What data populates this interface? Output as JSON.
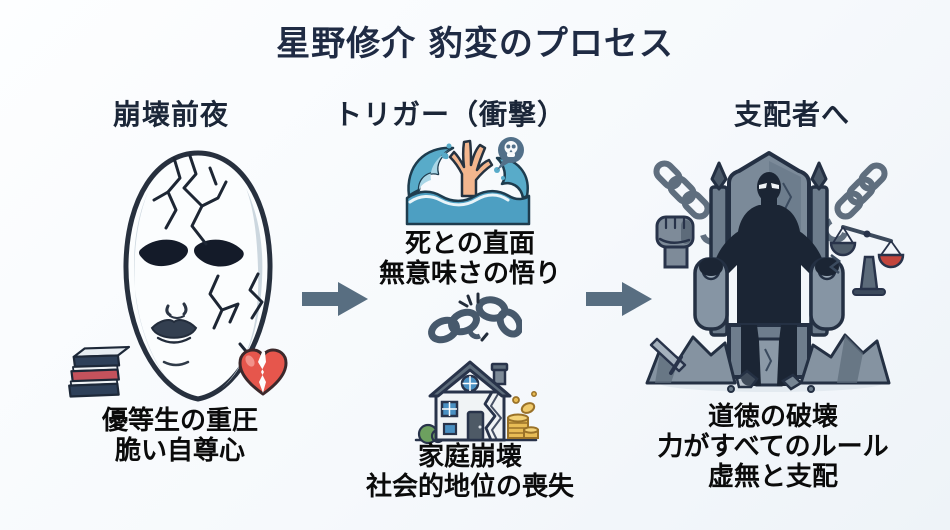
{
  "title": "星野修介 豹変のプロセス",
  "columns": {
    "left": {
      "header": "崩壊前夜",
      "caption": {
        "line1": "優等生の重圧",
        "line2": "脆い自尊心"
      },
      "icons": [
        "cracked-mask",
        "book-stack",
        "broken-heart"
      ]
    },
    "middle": {
      "header": "トリガー（衝撃）",
      "caption_top": {
        "line1": "死との直面",
        "line2": "無意味さの悟り"
      },
      "caption_bottom": {
        "line1": "家庭崩壊",
        "line2": "社会的地位の喪失"
      },
      "icons": [
        "drowning-hand-wave",
        "skull-speech-bubble",
        "broken-chain",
        "collapsing-house-coins"
      ]
    },
    "right": {
      "header": "支配者へ",
      "caption": {
        "line1": "道徳の破壊",
        "line2": "力がすべてのルール",
        "line3": "虚無と支配"
      },
      "icons": [
        "dark-figure-on-throne",
        "broken-chains",
        "raised-fist",
        "tilted-scales",
        "rubble",
        "sword"
      ]
    }
  },
  "colors": {
    "background": "#f6f9fc",
    "title_navy": "#1f2b44",
    "header_navy": "#1b2638",
    "caption_black": "#0b0b0b",
    "arrow_slate": "#586e81",
    "wave_blue": "#58abc9",
    "hand_flesh": "#f3b68e",
    "chain_slate": "#47596c",
    "heart_red": "#e6564c",
    "coin_gold": "#e8bc55",
    "house_roof": "#5d6c7b",
    "window_blue": "#4a90c2",
    "throne_gray": "#7b8a99",
    "figure_dark": "#1b2534",
    "scale_red": "#c2453c"
  }
}
